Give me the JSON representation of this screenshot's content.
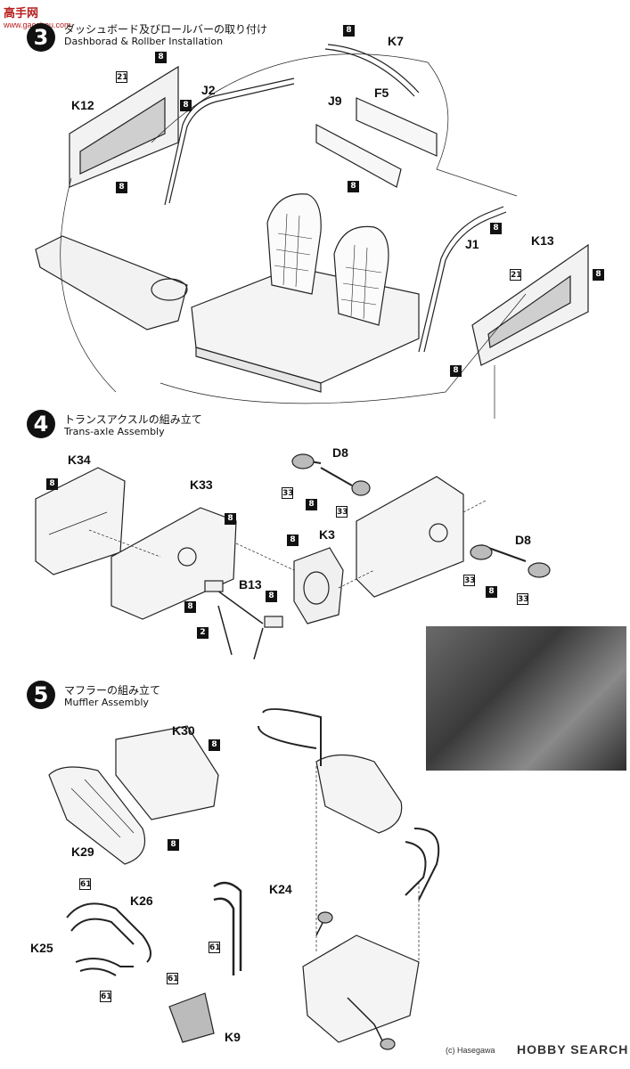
{
  "watermark": {
    "brand": "高手网",
    "url": "www.gaoshou.com"
  },
  "steps": [
    {
      "number": "3",
      "title_jp": "ダッシュボード及びロールバーの取り付け",
      "title_en": "Dashborad & Rollber Installation"
    },
    {
      "number": "4",
      "title_jp": "トランスアクスルの組み立て",
      "title_en": "Trans-axle Assembly"
    },
    {
      "number": "5",
      "title_jp": "マフラーの組み立て",
      "title_en": "Muffler Assembly"
    }
  ],
  "parts": {
    "k7": "K7",
    "k12": "K12",
    "j2": "J2",
    "j9": "J9",
    "f5": "F5",
    "j1": "J1",
    "k13": "K13",
    "k34": "K34",
    "k33": "K33",
    "d8a": "D8",
    "k3": "K3",
    "b13": "B13",
    "d8b": "D8",
    "k30": "K30",
    "k29": "K29",
    "k26": "K26",
    "k24": "K24",
    "k25": "K25",
    "k9": "K9"
  },
  "colors": {
    "c8": "8",
    "c21": "21",
    "c2": "2",
    "c33": "33",
    "c61": "61"
  },
  "footer": {
    "copyright": "(c) Hasegawa",
    "brand": "HOBBY SEARCH"
  }
}
